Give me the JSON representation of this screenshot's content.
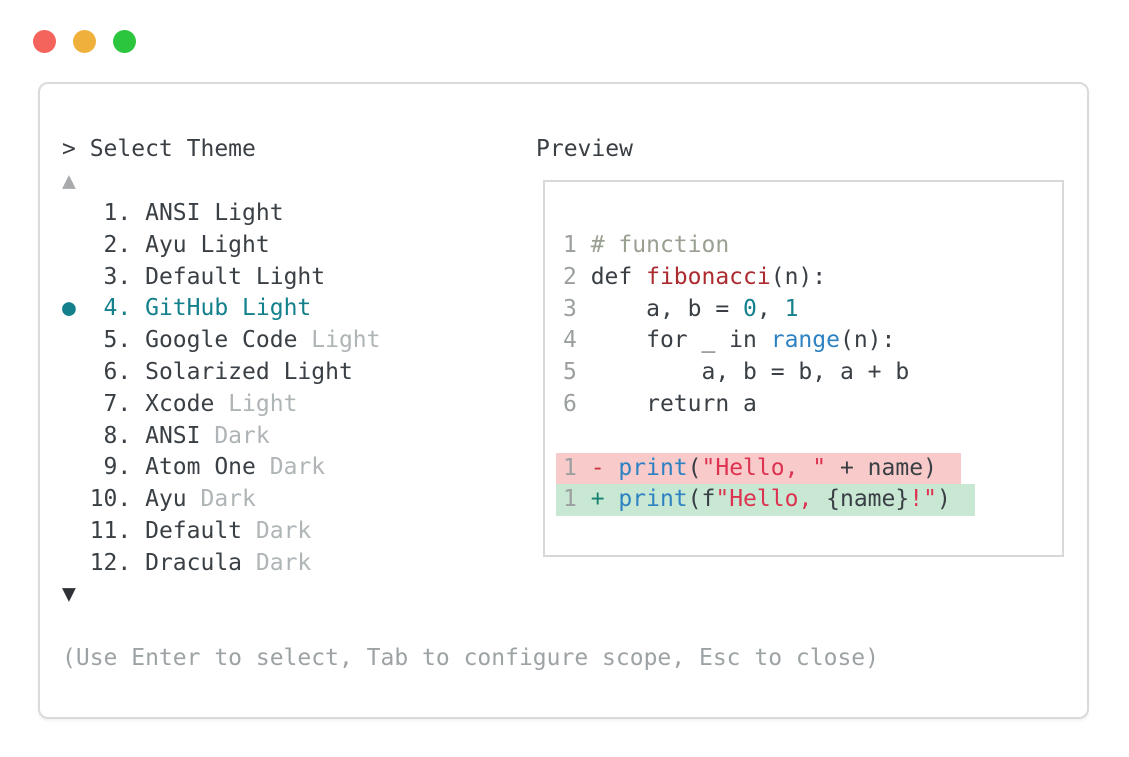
{
  "window_controls": {
    "close": "close-button",
    "minimize": "minimize-button",
    "zoom": "zoom-button"
  },
  "picker": {
    "title": "> Select Theme",
    "scroll_up_icon": "▲",
    "scroll_down_icon": "▼",
    "items": [
      {
        "number": 1,
        "name": "ANSI Light",
        "muted_suffix": "",
        "selected": false
      },
      {
        "number": 2,
        "name": "Ayu Light",
        "muted_suffix": "",
        "selected": false
      },
      {
        "number": 3,
        "name": "Default Light",
        "muted_suffix": "",
        "selected": false
      },
      {
        "number": 4,
        "name": "GitHub Light",
        "muted_suffix": "",
        "selected": true
      },
      {
        "number": 5,
        "name": "Google Code",
        "muted_suffix": "Light",
        "selected": false
      },
      {
        "number": 6,
        "name": "Solarized Light",
        "muted_suffix": "",
        "selected": false
      },
      {
        "number": 7,
        "name": "Xcode",
        "muted_suffix": "Light",
        "selected": false
      },
      {
        "number": 8,
        "name": "ANSI",
        "muted_suffix": "Dark",
        "selected": false
      },
      {
        "number": 9,
        "name": "Atom One",
        "muted_suffix": "Dark",
        "selected": false
      },
      {
        "number": 10,
        "name": "Ayu",
        "muted_suffix": "Dark",
        "selected": false
      },
      {
        "number": 11,
        "name": "Default",
        "muted_suffix": "Dark",
        "selected": false
      },
      {
        "number": 12,
        "name": "Dracula",
        "muted_suffix": "Dark",
        "selected": false
      }
    ],
    "selected_item_bullet": "●",
    "footer_hint": "(Use Enter to select, Tab to configure scope, Esc to close)"
  },
  "preview": {
    "label": "Preview",
    "code_lines": [
      {
        "n": "1",
        "diff": "",
        "tokens": [
          {
            "t": "# function",
            "c": "cm"
          }
        ]
      },
      {
        "n": "2",
        "diff": "",
        "tokens": [
          {
            "t": "def ",
            "c": "txt"
          },
          {
            "t": "fibonacci",
            "c": "fn"
          },
          {
            "t": "(n):",
            "c": "txt"
          }
        ]
      },
      {
        "n": "3",
        "diff": "",
        "tokens": [
          {
            "t": "    a, b = ",
            "c": "txt"
          },
          {
            "t": "0",
            "c": "num"
          },
          {
            "t": ", ",
            "c": "txt"
          },
          {
            "t": "1",
            "c": "num"
          }
        ]
      },
      {
        "n": "4",
        "diff": "",
        "tokens": [
          {
            "t": "    for _ in ",
            "c": "txt"
          },
          {
            "t": "range",
            "c": "bi"
          },
          {
            "t": "(n):",
            "c": "txt"
          }
        ]
      },
      {
        "n": "5",
        "diff": "",
        "tokens": [
          {
            "t": "        a, b = b, a + b",
            "c": "txt"
          }
        ]
      },
      {
        "n": "6",
        "diff": "",
        "tokens": [
          {
            "t": "    return a",
            "c": "txt"
          }
        ]
      },
      {
        "n": "",
        "diff": "",
        "tokens": []
      },
      {
        "n": "1",
        "diff": "removed",
        "tokens": [
          {
            "t": "- ",
            "c": "rm"
          },
          {
            "t": "print",
            "c": "bi"
          },
          {
            "t": "(",
            "c": "txt"
          },
          {
            "t": "\"Hello, \"",
            "c": "str"
          },
          {
            "t": " + name)",
            "c": "txt"
          }
        ]
      },
      {
        "n": "1",
        "diff": "added",
        "tokens": [
          {
            "t": "+ ",
            "c": "ad"
          },
          {
            "t": "print",
            "c": "bi"
          },
          {
            "t": "(f",
            "c": "txt"
          },
          {
            "t": "\"Hello, ",
            "c": "str"
          },
          {
            "t": "{name}",
            "c": "txt"
          },
          {
            "t": "!\"",
            "c": "str"
          },
          {
            "t": ")",
            "c": "txt"
          }
        ]
      }
    ]
  },
  "colors": {
    "accent_teal": "#13808c",
    "builtin_blue": "#2e82c2",
    "function_red": "#ab2b30",
    "string_red": "#dd3350",
    "number_teal": "#13808c",
    "comment_gray": "#99a091",
    "muted_gray": "#9da3a5",
    "text_dark": "#393f44",
    "diff_removed_bg": "#f8caca",
    "diff_added_bg": "#c9e8d4",
    "diff_removed_sign": "#c9363f",
    "diff_added_sign": "#17826f",
    "traffic_red": "#f4645c",
    "traffic_yellow": "#f0b13c",
    "traffic_green": "#2cc63e"
  }
}
